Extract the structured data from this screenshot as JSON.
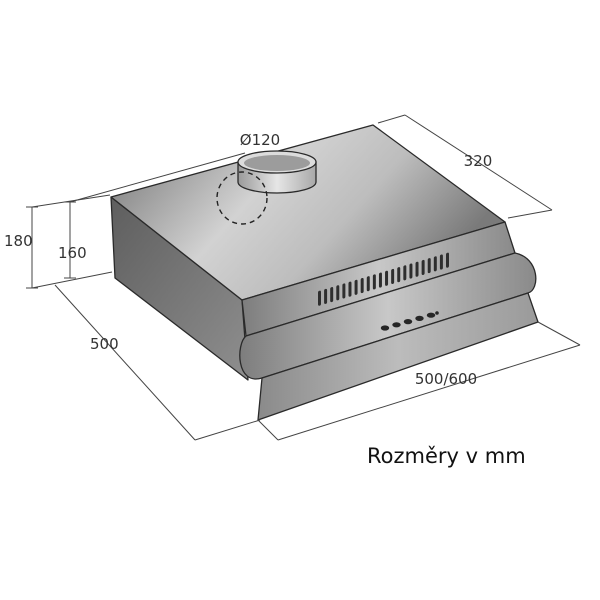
{
  "dimensions": {
    "duct_diameter": "Ø120",
    "depth_side": "320",
    "total_height": "180",
    "body_height": "160",
    "depth": "500",
    "width": "500/600"
  },
  "caption": "Rozměry v mm"
}
